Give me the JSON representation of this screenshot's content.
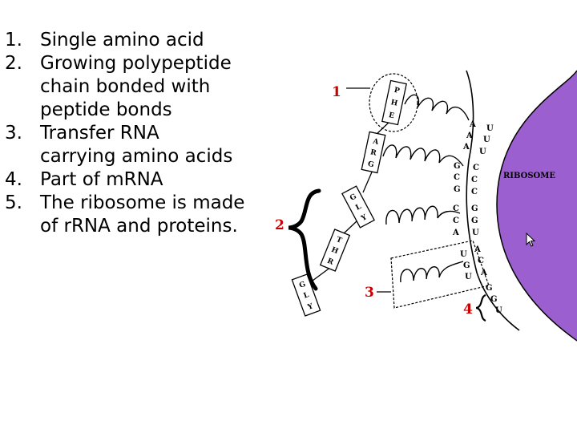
{
  "list": {
    "items": [
      {
        "number": "1.",
        "lines": [
          "Single amino acid"
        ]
      },
      {
        "number": "2.",
        "lines": [
          "Growing polypeptide",
          "chain bonded with",
          "peptide bonds"
        ]
      },
      {
        "number": "3.",
        "lines": [
          "Transfer RNA",
          "carrying amino acids"
        ]
      },
      {
        "number": "4.",
        "lines": [
          "Part of m",
          "RNA"
        ]
      },
      {
        "number": "5.",
        "lines": [
          "The ribosome is made",
          "of r",
          "RNA and proteins."
        ]
      }
    ]
  },
  "diagram": {
    "ribosome_label": "RIBOSOME",
    "callouts": [
      "1",
      "2",
      "3",
      "4"
    ],
    "amino_acids": [
      [
        "P",
        "H",
        "E"
      ],
      [
        "A",
        "R",
        "G"
      ],
      [
        "G",
        "L",
        "Y"
      ],
      [
        "T",
        "H",
        "R"
      ],
      [
        "G",
        "L",
        "Y"
      ]
    ],
    "anticodons": [
      [
        "A",
        "A",
        "A"
      ],
      [
        "G",
        "C",
        "G"
      ],
      [
        "C",
        "C",
        "A"
      ],
      [
        "U",
        "G",
        "U"
      ]
    ],
    "codons": [
      "U",
      "U",
      "U",
      "C",
      "C",
      "C",
      "G",
      "G",
      "U",
      "A",
      "C",
      "A",
      "G",
      "G",
      "U"
    ],
    "colors": {
      "ribosome": "#9b5fcf",
      "callout": "#cc0000"
    }
  }
}
